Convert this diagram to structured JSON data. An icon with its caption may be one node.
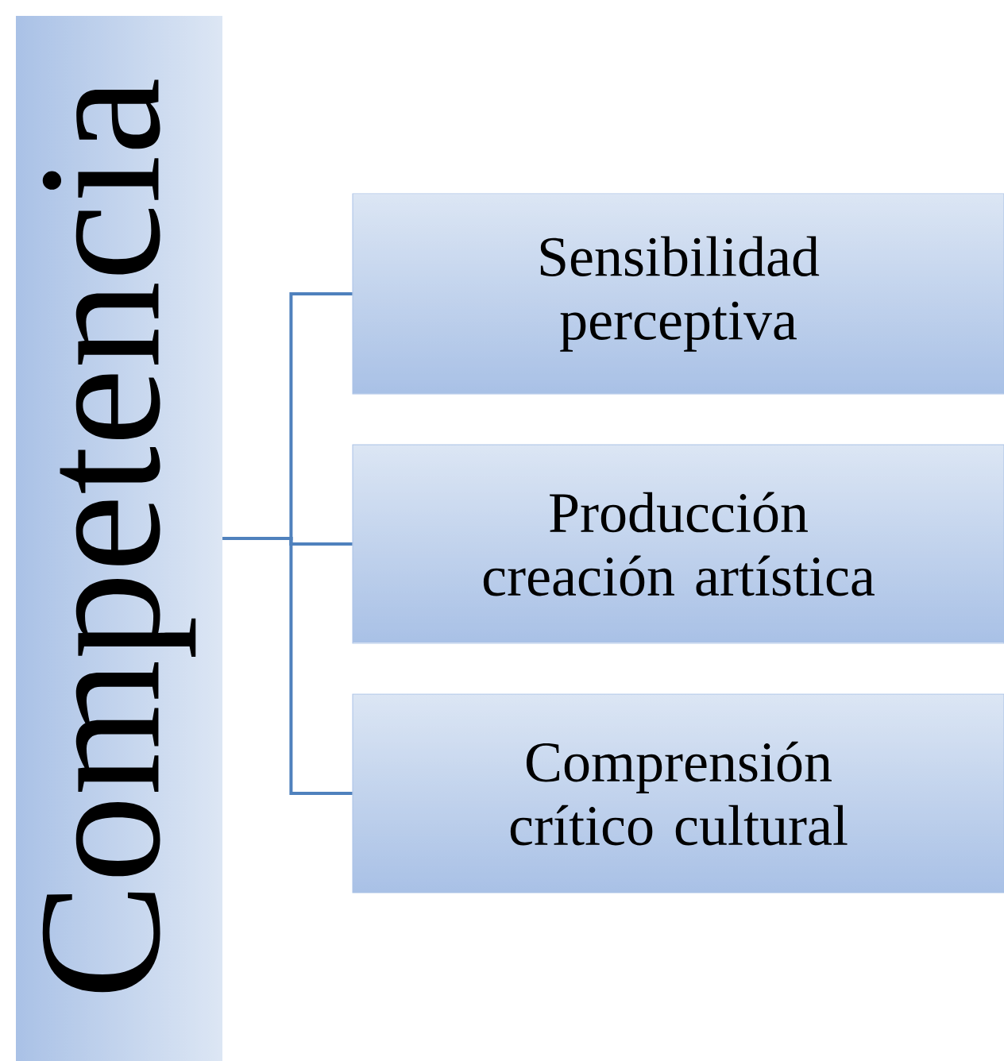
{
  "diagram": {
    "nodes": [
      {
        "text": [
          "Competencia"
        ]
      },
      {
        "text": [
          "Sensibilidad perceptiva"
        ]
      },
      {
        "text": [
          "Producción creación artística"
        ]
      },
      {
        "text": [
          "Comprensión crítico cultural"
        ]
      }
    ],
    "edges": [
      {
        "from": 0,
        "to": 1,
        "arrow": "none"
      },
      {
        "from": 0,
        "to": 2,
        "arrow": "none"
      },
      {
        "from": 0,
        "to": 3,
        "arrow": "none"
      }
    ]
  }
}
